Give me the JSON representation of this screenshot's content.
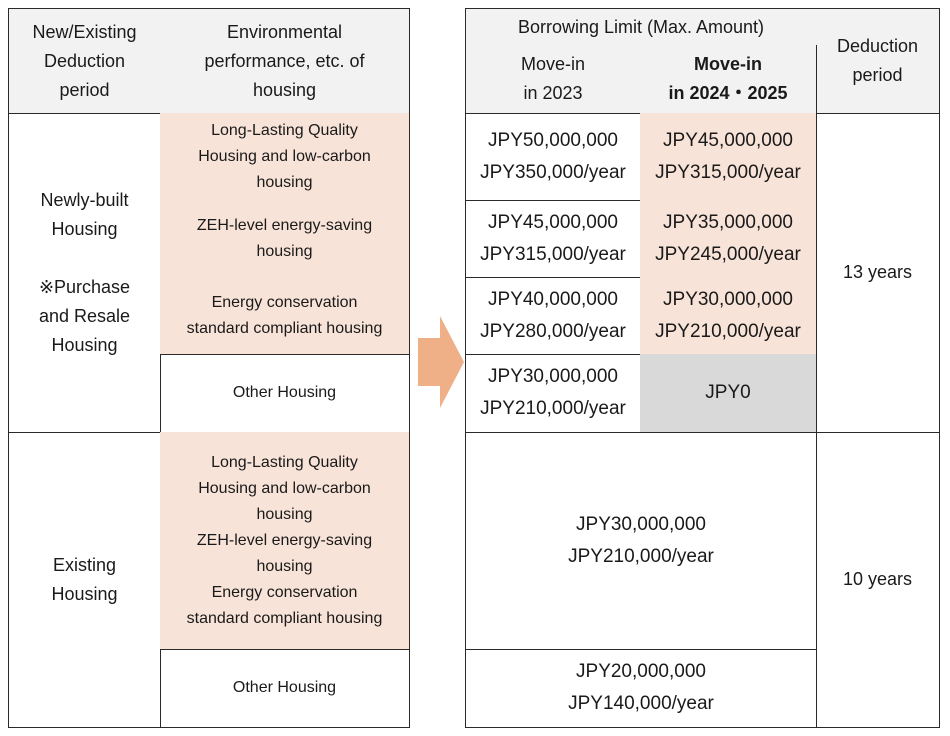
{
  "left_table": {
    "header_type": "New/Existing\nDeduction\nperiod",
    "header_env": "Environmental\nperformance, etc. of\nhousing",
    "newly_built_label": "Newly-built\nHousing\n\n※Purchase\nand Resale\nHousing",
    "existing_label": "Existing\nHousing",
    "new_rows": [
      "Long-Lasting Quality\nHousing and low-carbon\nhousing",
      "ZEH-level energy-saving\nhousing",
      "Energy conservation\nstandard compliant housing",
      "Other Housing"
    ],
    "existing_rows": [
      "Long-Lasting Quality\nHousing and low-carbon\nhousing\nZEH-level energy-saving\nhousing\nEnergy conservation\nstandard compliant housing",
      "Other Housing"
    ]
  },
  "right_table": {
    "header_limit": "Borrowing Limit (Max. Amount)",
    "header_2023": "Move-in\nin 2023",
    "header_2024": "Move-in\nin 2024・2025",
    "header_deduction": "Deduction\nperiod",
    "new_rows": [
      {
        "y2023": [
          "JPY50,000,000",
          "JPY350,000/year"
        ],
        "y2024": [
          "JPY45,000,000",
          "JPY315,000/year"
        ]
      },
      {
        "y2023": [
          "JPY45,000,000",
          "JPY315,000/year"
        ],
        "y2024": [
          "JPY35,000,000",
          "JPY245,000/year"
        ]
      },
      {
        "y2023": [
          "JPY40,000,000",
          "JPY280,000/year"
        ],
        "y2024": [
          "JPY30,000,000",
          "JPY210,000/year"
        ]
      },
      {
        "y2023": [
          "JPY30,000,000",
          "JPY210,000/year"
        ],
        "y2024": [
          "JPY0"
        ]
      }
    ],
    "new_deduction": "13 years",
    "existing_rows": [
      [
        "JPY30,000,000",
        "JPY210,000/year"
      ],
      [
        "JPY20,000,000",
        "JPY140,000/year"
      ]
    ],
    "existing_deduction": "10 years"
  },
  "arrow_color": "#efb088",
  "colors": {
    "header_bg": "#f2f2f2",
    "highlight_bg": "#f8e3d8",
    "zero_bg": "#d9d9d9"
  }
}
